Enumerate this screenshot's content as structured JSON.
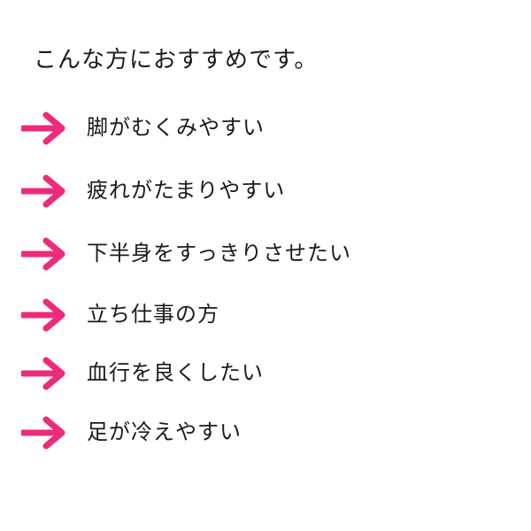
{
  "heading": "こんな方におすすめです。",
  "arrow_color": "#ee2a7b",
  "items": [
    {
      "icon": "right-arrow-icon",
      "label": "脚がむくみやすい"
    },
    {
      "icon": "right-arrow-icon",
      "label": "疲れがたまりやすい"
    },
    {
      "icon": "right-arrow-icon",
      "label": "下半身をすっきりさせたい"
    },
    {
      "icon": "right-arrow-icon",
      "label": "立ち仕事の方"
    },
    {
      "icon": "right-arrow-icon",
      "label": "血行を良くしたい"
    },
    {
      "icon": "right-arrow-icon",
      "label": "足が冷えやすい"
    }
  ]
}
